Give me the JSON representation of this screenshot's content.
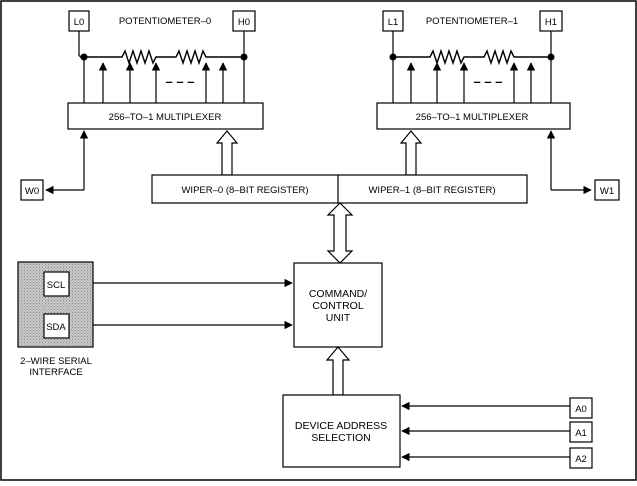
{
  "potentiometers": [
    {
      "title": "POTENTIOMETER–0",
      "low": "L0",
      "high": "H0",
      "mux": "256–TO–1 MULTIPLEXER",
      "wiper_pin": "W0",
      "dashes": "– – –"
    },
    {
      "title": "POTENTIOMETER–1",
      "low": "L1",
      "high": "H1",
      "mux": "256–TO–1 MULTIPLEXER",
      "wiper_pin": "W1",
      "dashes": "– – –"
    }
  ],
  "wiper_registers": [
    "WIPER–0 (8–BIT REGISTER)",
    "WIPER–1 (8–BIT REGISTER)"
  ],
  "serial_interface": {
    "pins": [
      "SCL",
      "SDA"
    ],
    "caption_lines": [
      "2–WIRE SERIAL",
      "INTERFACE"
    ]
  },
  "control_unit": {
    "lines": [
      "COMMAND/",
      "CONTROL",
      "UNIT"
    ]
  },
  "address_selection": {
    "lines": [
      "DEVICE ADDRESS",
      "SELECTION"
    ],
    "pins": [
      "A0",
      "A1",
      "A2"
    ]
  }
}
